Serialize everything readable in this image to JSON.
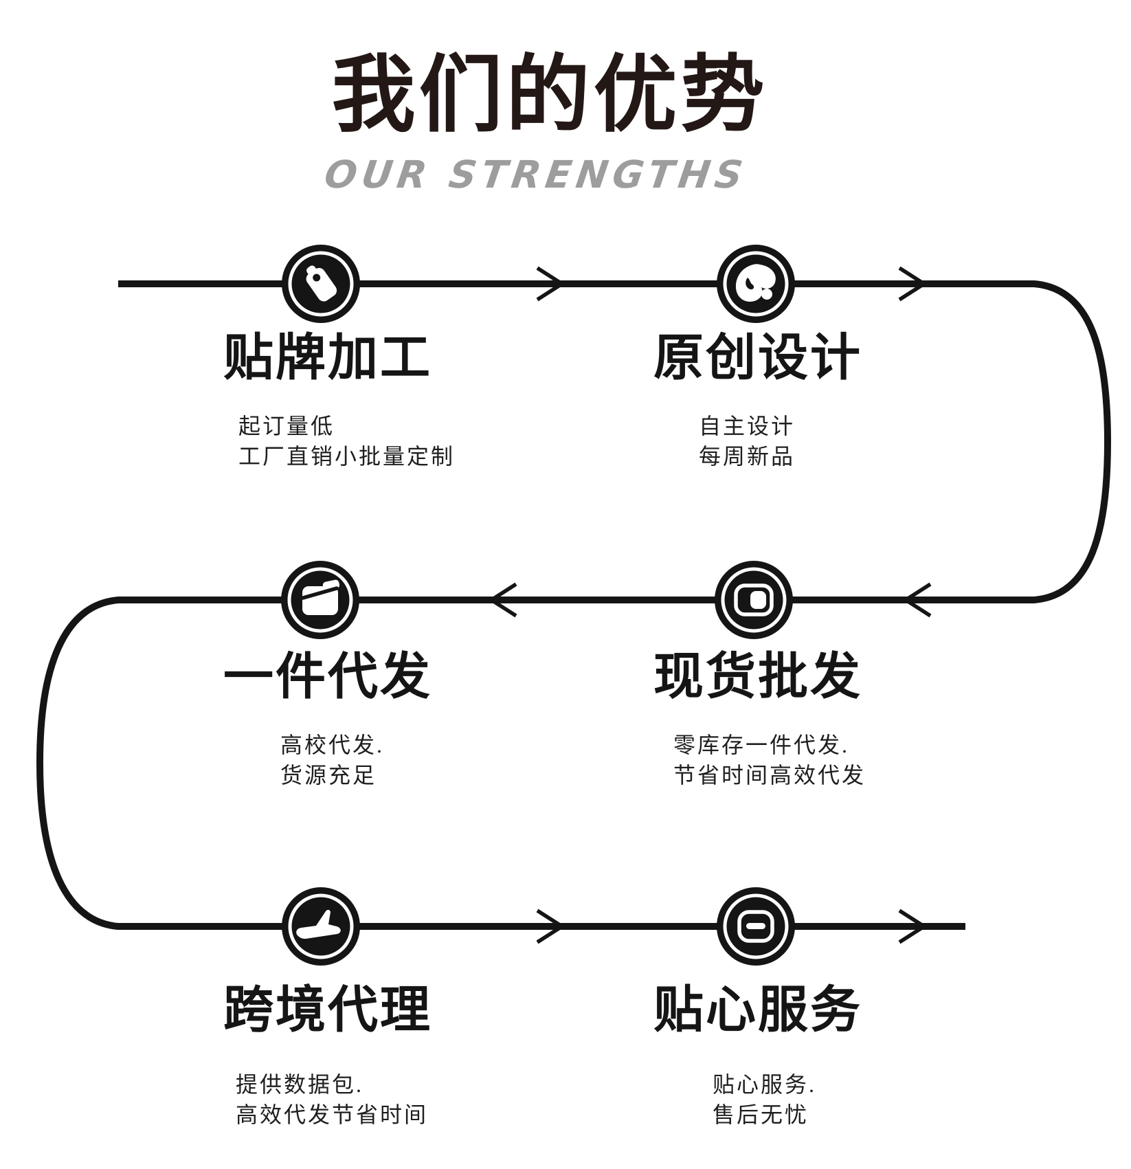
{
  "header": {
    "title": "我们的优势",
    "subtitle": "OUR STRENGTHS"
  },
  "nodes": [
    {
      "icon": "tag-icon",
      "title": "贴牌加工",
      "desc": [
        "起订量低",
        "工厂直销小批量定制"
      ]
    },
    {
      "icon": "palette-icon",
      "title": "原创设计",
      "desc": [
        "自主设计",
        "每周新品"
      ]
    },
    {
      "icon": "package-icon",
      "title": "一件代发",
      "desc": [
        "高校代发.",
        "货源充足"
      ]
    },
    {
      "icon": "coin-icon",
      "title": "现货批发",
      "desc": [
        "零库存一件代发.",
        "节省时间高效代发"
      ]
    },
    {
      "icon": "plane-icon",
      "title": "跨境代理",
      "desc": [
        "提供数据包.",
        "高效代发节省时间"
      ]
    },
    {
      "icon": "card-icon",
      "title": "贴心服务",
      "desc": [
        "贴心服务.",
        "售后无忧"
      ]
    }
  ],
  "colors": {
    "ink": "#151515",
    "bg": "#ffffff",
    "title": "#231815",
    "subtitle": "#9d9d9d"
  }
}
